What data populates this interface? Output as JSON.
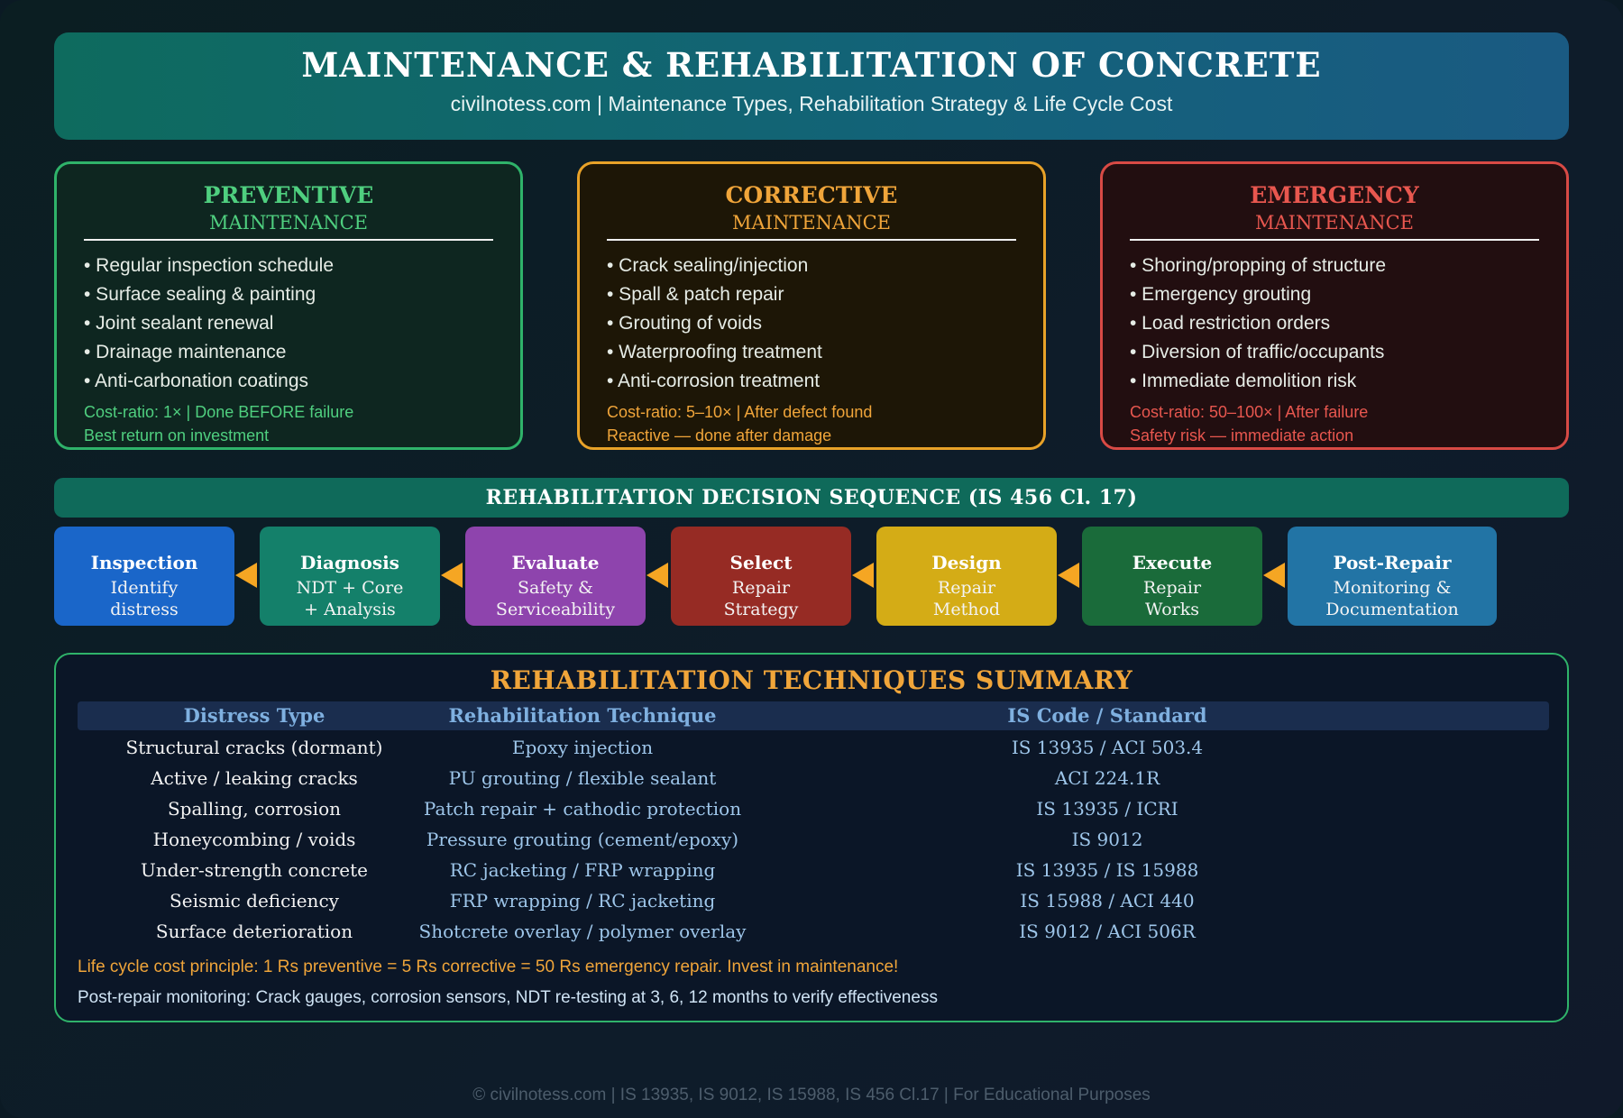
{
  "header": {
    "title": "MAINTENANCE & REHABILITATION OF CONCRETE",
    "subtitle": "civilnotess.com | Maintenance Types, Rehabilitation Strategy & Life Cycle Cost"
  },
  "cards": [
    {
      "title": "PREVENTIVE",
      "subtitle": "MAINTENANCE",
      "items": [
        "• Regular inspection schedule",
        "• Surface sealing & painting",
        "• Joint sealant renewal",
        "• Drainage maintenance",
        "• Anti-carbonation coatings"
      ],
      "foot1": "Cost-ratio: 1× | Done BEFORE failure",
      "foot2": "Best return on investment",
      "color": "#4fcf7f"
    },
    {
      "title": "CORRECTIVE",
      "subtitle": "MAINTENANCE",
      "items": [
        "• Crack sealing/injection",
        "• Spall & patch repair",
        "• Grouting of voids",
        "• Waterproofing treatment",
        "• Anti-corrosion treatment"
      ],
      "foot1": "Cost-ratio: 5–10× | After defect found",
      "foot2": "Reactive — done after damage",
      "color": "#f0a53a"
    },
    {
      "title": "EMERGENCY",
      "subtitle": "MAINTENANCE",
      "items": [
        "• Shoring/propping of structure",
        "• Emergency grouting",
        "• Load restriction orders",
        "• Diversion of traffic/occupants",
        "• Immediate demolition risk"
      ],
      "foot1": "Cost-ratio: 50–100× | After failure",
      "foot2": "Safety risk — immediate action",
      "color": "#e8574f"
    }
  ],
  "sequence": {
    "title": "REHABILITATION DECISION SEQUENCE (IS 456 Cl. 17)",
    "steps": [
      {
        "title": "Inspection",
        "desc": "Identify\ndistress",
        "color": "#1a66c9"
      },
      {
        "title": "Diagnosis",
        "desc": "NDT + Core\n+ Analysis",
        "color": "#14806a"
      },
      {
        "title": "Evaluate",
        "desc": "Safety &\nServiceability",
        "color": "#8e44ad"
      },
      {
        "title": "Select",
        "desc": "Repair\nStrategy",
        "color": "#962b24"
      },
      {
        "title": "Design",
        "desc": "Repair\nMethod",
        "color": "#d4ac16"
      },
      {
        "title": "Execute",
        "desc": "Repair\nWorks",
        "color": "#1a6b3a"
      },
      {
        "title": "Post-Repair",
        "desc": "Monitoring &\nDocumentation",
        "color": "#2274a5"
      }
    ],
    "arrow_color": "#f5a623"
  },
  "techniques": {
    "title": "REHABILITATION TECHNIQUES SUMMARY",
    "headers": [
      "Distress Type",
      "Rehabilitation Technique",
      "IS Code / Standard"
    ],
    "rows": [
      [
        "Structural cracks (dormant)",
        "Epoxy injection",
        "IS 13935 / ACI 503.4"
      ],
      [
        "Active / leaking cracks",
        "PU grouting / flexible sealant",
        "ACI 224.1R"
      ],
      [
        "Spalling, corrosion",
        "Patch repair + cathodic protection",
        "IS 13935 / ICRI"
      ],
      [
        "Honeycombing / voids",
        "Pressure grouting (cement/epoxy)",
        "IS 9012"
      ],
      [
        "Under-strength concrete",
        "RC jacketing / FRP wrapping",
        "IS 13935 / IS 15988"
      ],
      [
        "Seismic deficiency",
        "FRP wrapping / RC jacketing",
        "IS 15988 / ACI 440"
      ],
      [
        "Surface deterioration",
        "Shotcrete overlay / polymer overlay",
        "IS 9012 / ACI 506R"
      ]
    ],
    "note1": "Life cycle cost principle: 1 Rs preventive = 5 Rs corrective = 50 Rs emergency repair. Invest in maintenance!",
    "note2": "Post-repair monitoring: Crack gauges, corrosion sensors, NDT re-testing at 3, 6, 12 months to verify effectiveness"
  },
  "footer": "© civilnotess.com | IS 13935, IS 9012, IS 15988, IS 456 Cl.17 | For Educational Purposes"
}
